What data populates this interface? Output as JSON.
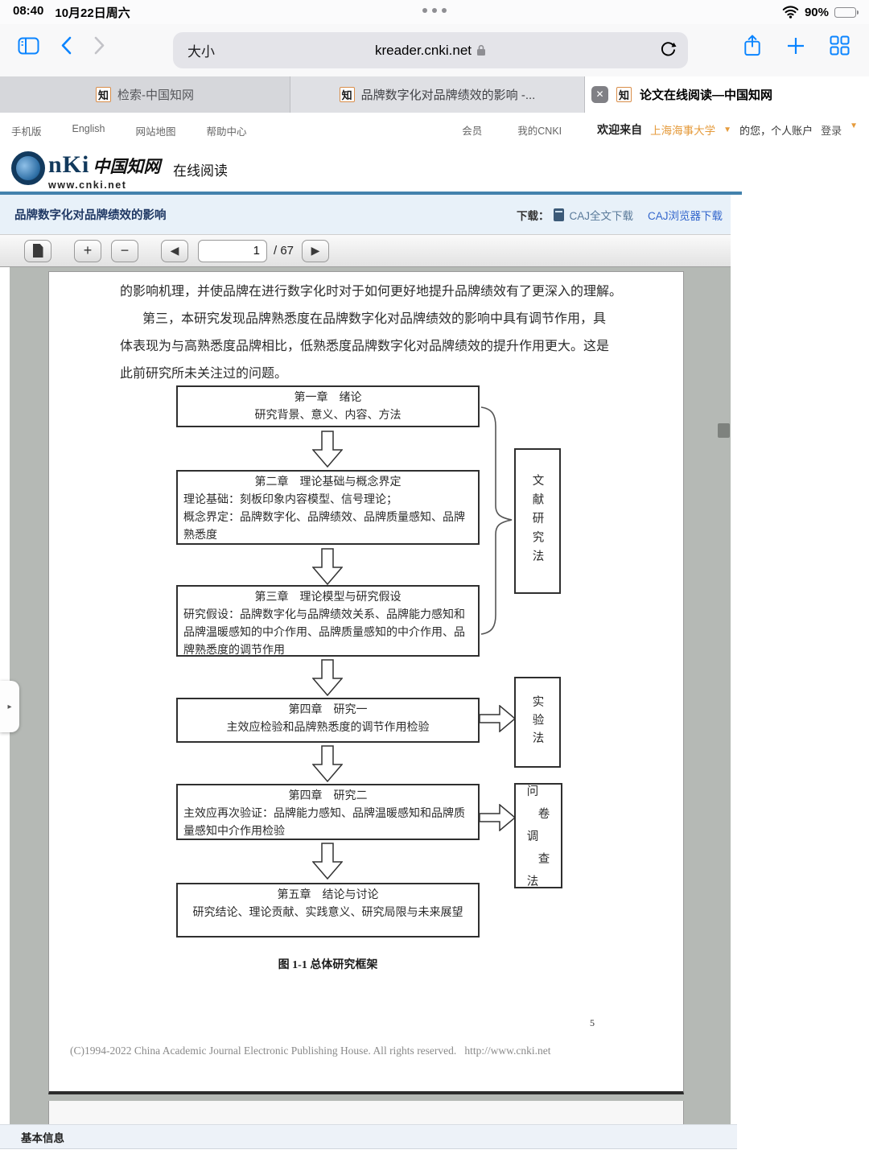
{
  "status_bar": {
    "time": "08:40",
    "date": "10月22日周六",
    "battery_percent": "90%"
  },
  "browser_chrome": {
    "text_size_label": "大小",
    "url": "kreader.cnki.net"
  },
  "tab_bar": {
    "tabs": [
      {
        "label": "检索-中国知网"
      },
      {
        "label": "品牌数字化对品牌绩效的影响 -..."
      },
      {
        "label": "论文在线阅读—中国知网"
      }
    ],
    "favicon_glyph": "知",
    "close_glyph": "✕"
  },
  "site_header": {
    "nav_links": [
      "手机版",
      "English",
      "网站地图",
      "帮助中心"
    ],
    "member": "会员",
    "my_cnki": "我的CNKI",
    "welcome_prefix": "欢迎来自",
    "organization": "上海海事大学",
    "welcome_suffix": "的您，个人账户",
    "login": "登录"
  },
  "brand": {
    "logo_latin": "nKi",
    "logo_cn": "中国知网",
    "logo_domain": "www.cnki.net",
    "section_title": "在线阅读"
  },
  "document_bar": {
    "title": "品牌数字化对品牌绩效的影响",
    "download_label": "下载：",
    "caj_full_download": "CAJ全文下载",
    "caj_browser_download": "CAJ浏览器下载"
  },
  "reader_toolbar": {
    "page_current": "1",
    "page_separator": "/",
    "page_total": "67"
  },
  "page": {
    "paragraph_lines": [
      "的影响机理，并使品牌在进行数字化时对于如何更好地提升品牌绩效有了更深入的理解。",
      "第三，本研究发现品牌熟悉度在品牌数字化对品牌绩效的影响中具有调节作用，具",
      "体表现为与高熟悉度品牌相比，低熟悉度品牌数字化对品牌绩效的提升作用更大。这是",
      "此前研究所未关注过的问题。"
    ],
    "flowchart": {
      "box1": {
        "title": "第一章　绪论",
        "body": "研究背景、意义、内容、方法"
      },
      "box2": {
        "title": "第二章　理论基础与概念界定",
        "body": "理论基础：刻板印象内容模型、信号理论；\n概念界定：品牌数字化、品牌绩效、品牌质量感知、品牌熟悉度"
      },
      "box3": {
        "title": "第三章　理论模型与研究假设",
        "body": "研究假设：品牌数字化与品牌绩效关系、品牌能力感知和品牌温暖感知的中介作用、品牌质量感知的中介作用、品牌熟悉度的调节作用"
      },
      "box4": {
        "title": "第四章　研究一",
        "body": "主效应检验和品牌熟悉度的调节作用检验"
      },
      "box5": {
        "title": "第四章　研究二",
        "body": "主效应再次验证：品牌能力感知、品牌温暖感知和品牌质量感知中介作用检验"
      },
      "box6": {
        "title": "第五章　结论与讨论",
        "body": "研究结论、理论贡献、实践意义、研究局限与未来展望"
      },
      "method_literature": "文献研究法",
      "method_experiment": "实验法",
      "method_survey": "问卷调查法",
      "caption": "图 1-1 总体研究框架"
    },
    "page_number": "5",
    "copyright": "(C)1994-2022 China Academic Journal Electronic Publishing House. All rights reserved.   http://www.cnki.net"
  },
  "bottom_bar": {
    "label": "基本信息"
  }
}
